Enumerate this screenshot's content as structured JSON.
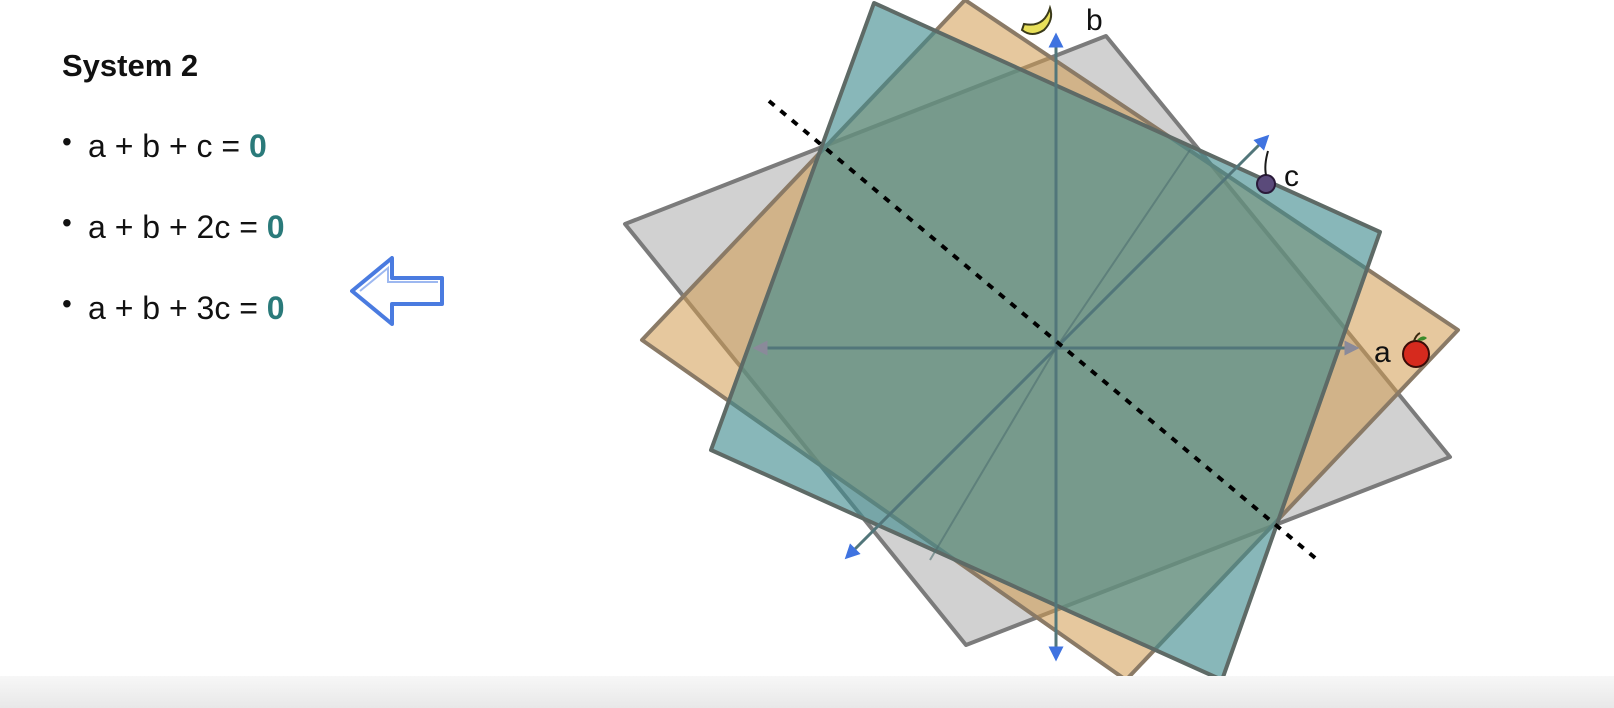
{
  "title": "System 2",
  "equations": [
    {
      "lhs": "a + b + c = ",
      "rhs": "0"
    },
    {
      "lhs": "a + b + 2c = ",
      "rhs": "0"
    },
    {
      "lhs": "a + b + 3c = ",
      "rhs": "0"
    }
  ],
  "bullet": "•",
  "diagram": {
    "axis_labels": {
      "a": "a",
      "b": "b",
      "c": "c"
    },
    "icons": {
      "a": "apple-icon",
      "b": "banana-icon",
      "c": "cherry-icon"
    },
    "colors": {
      "plane_gray": "#9a9a9a",
      "plane_orange": "#d19a4e",
      "plane_teal": "#3f8a8e",
      "axis_arrow": "#3f73e0",
      "equation_value": "#2a7a7a"
    }
  }
}
